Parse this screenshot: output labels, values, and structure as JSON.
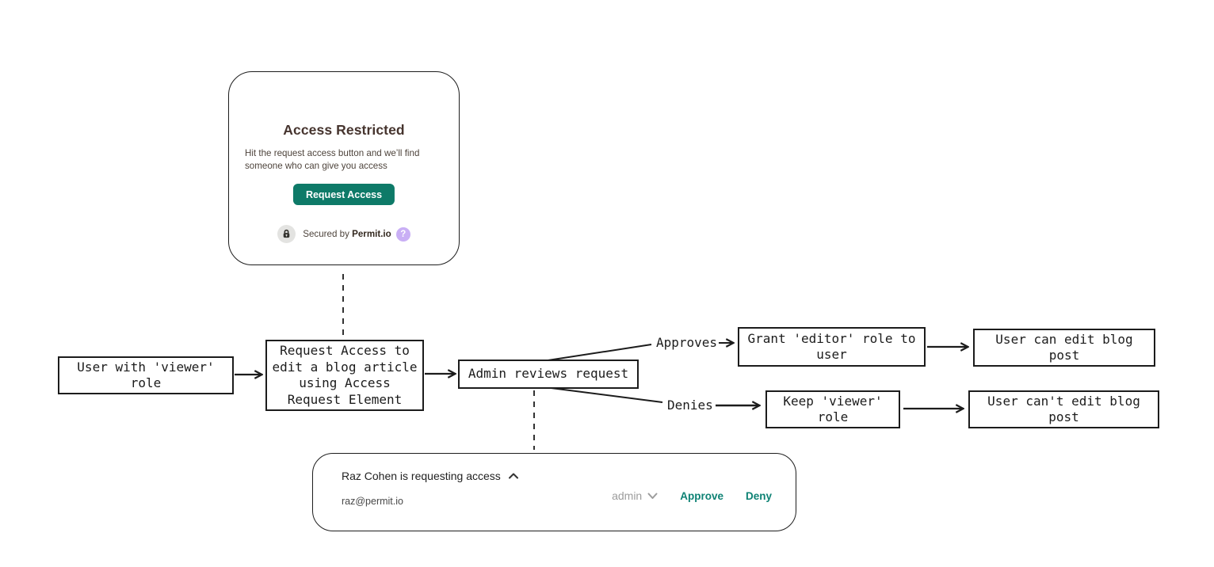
{
  "access_card": {
    "title": "Access Restricted",
    "description": "Hit the request access button and we’ll find someone who can give you access",
    "request_button": "Request Access",
    "secured_by": "Secured by ",
    "brand": "Permit.io",
    "help_glyph": "?"
  },
  "flowchart": {
    "nodes": [
      {
        "label": "User with 'viewer'\nrole"
      },
      {
        "label": "Request Access to\nedit a blog article\nusing Access\nRequest Element"
      },
      {
        "label": "Admin reviews request"
      },
      {
        "label": "Grant 'editor' role to\nuser"
      },
      {
        "label": "User can edit blog\npost"
      },
      {
        "label": "Keep 'viewer'\nrole"
      },
      {
        "label": "User can't edit blog\npost"
      }
    ],
    "edge_labels": {
      "approves": "Approves",
      "denies": "Denies"
    }
  },
  "request_card": {
    "title": "Raz Cohen is requesting access",
    "email": "raz@permit.io",
    "role_selected": "admin",
    "approve": "Approve",
    "deny": "Deny"
  },
  "icons": {
    "lock": "lock-icon",
    "help": "help-icon",
    "collapse": "chevron-up-icon",
    "role_dropdown": "chevron-down-icon"
  },
  "colors": {
    "ink": "#1c1c1c",
    "teal_button": "#0e7a68",
    "teal_link": "#0e8274",
    "title_brown": "#46342e",
    "muted_gray": "#9c9c9c",
    "lavender": "#c9aff5",
    "badge_gray": "#e3e3e1"
  }
}
